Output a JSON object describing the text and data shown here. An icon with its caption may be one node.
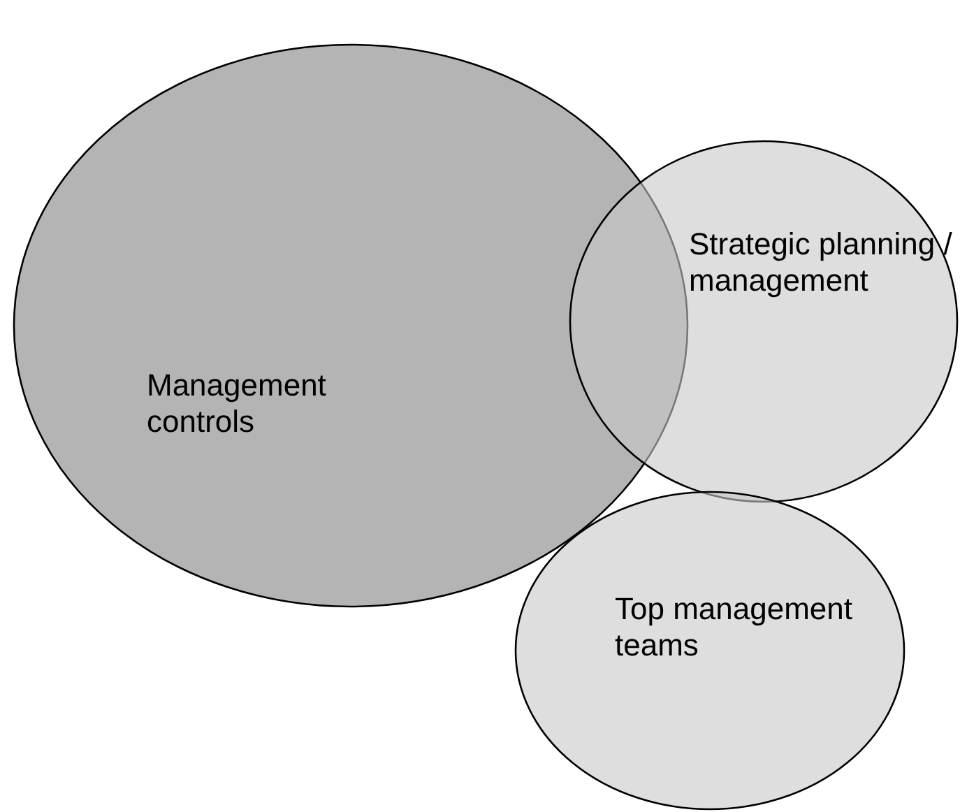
{
  "diagram": {
    "nodes": [
      {
        "text": [
          "Management controls"
        ]
      },
      {
        "text": [
          "Strategic planning / management"
        ]
      },
      {
        "text": [
          "Top management teams"
        ]
      }
    ]
  }
}
